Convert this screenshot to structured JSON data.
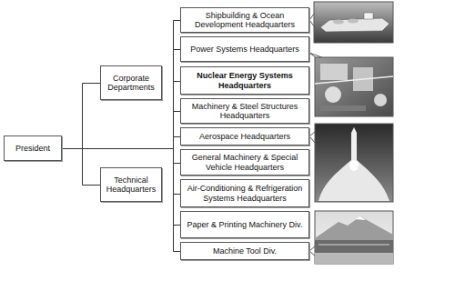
{
  "diagram": {
    "nodes": [
      {
        "text": [
          "President"
        ]
      },
      {
        "text": [
          "Corporate Departments"
        ]
      },
      {
        "text": [
          "Technical Headquarters"
        ]
      },
      {
        "text": [
          "Shipbuilding & Ocean Development Headquarters"
        ]
      },
      {
        "text": [
          "Power Systems Headquarters"
        ]
      },
      {
        "text": [
          "Nuclear Energy Systems Headquarters"
        ]
      },
      {
        "text": [
          "Machinery & Steel Structures Headquarters"
        ]
      },
      {
        "text": [
          "Aerospace Headquarters"
        ]
      },
      {
        "text": [
          "General Machinery & Special Vehicle Headquarters"
        ]
      },
      {
        "text": [
          "Air-Conditioning & Refrigeration Systems Headquarters"
        ]
      },
      {
        "text": [
          "Paper & Printing Machinery Div."
        ]
      },
      {
        "text": [
          "Machine Tool Div."
        ]
      }
    ],
    "edges": [
      {
        "from": 0,
        "to": 1,
        "arrow": "none"
      },
      {
        "from": 0,
        "to": 2,
        "arrow": "none"
      },
      {
        "from": 0,
        "to": 3,
        "arrow": "none"
      },
      {
        "from": 0,
        "to": 4,
        "arrow": "none"
      },
      {
        "from": 0,
        "to": 5,
        "arrow": "none"
      },
      {
        "from": 0,
        "to": 6,
        "arrow": "none"
      },
      {
        "from": 0,
        "to": 7,
        "arrow": "none"
      },
      {
        "from": 0,
        "to": 8,
        "arrow": "none"
      },
      {
        "from": 0,
        "to": 9,
        "arrow": "none"
      },
      {
        "from": 0,
        "to": 10,
        "arrow": "none"
      },
      {
        "from": 0,
        "to": 11,
        "arrow": "none"
      }
    ]
  }
}
